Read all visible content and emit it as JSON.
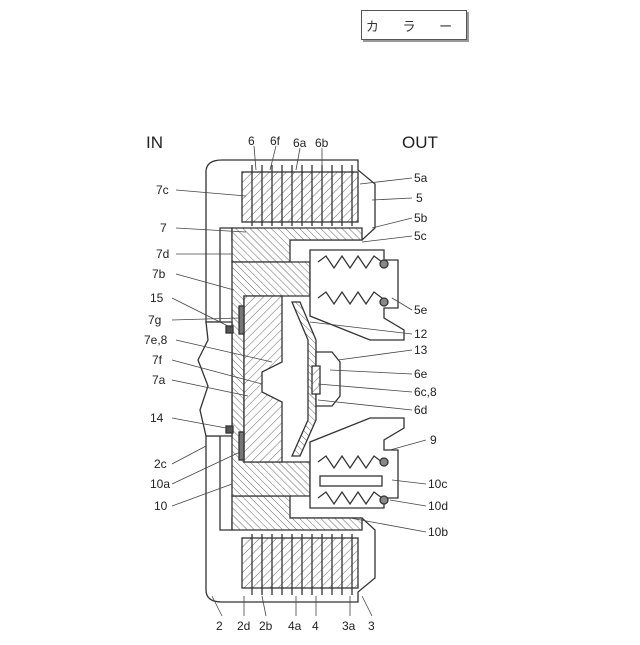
{
  "stamp": "カ ラ ー",
  "side_labels": {
    "in": "IN",
    "out": "OUT"
  },
  "labels": {
    "l6": "6",
    "l6f": "6f",
    "l6a": "6a",
    "l6b": "6b",
    "l5a": "5a",
    "l5": "5",
    "l5b": "5b",
    "l5c": "5c",
    "l5e": "5e",
    "l12": "12",
    "l13": "13",
    "l6e": "6e",
    "l6c8": "6c,8",
    "l6d": "6d",
    "l9": "9",
    "l10c": "10c",
    "l10d": "10d",
    "l10b": "10b",
    "l7c": "7c",
    "l7": "7",
    "l7d": "7d",
    "l7b": "7b",
    "l15": "15",
    "l7g": "7g",
    "l7e8": "7e,8",
    "l7f": "7f",
    "l7a": "7a",
    "l14": "14",
    "l2c": "2c",
    "l10a": "10a",
    "l10": "10",
    "l2": "2",
    "l2d": "2d",
    "l2b": "2b",
    "l4a": "4a",
    "l4": "4",
    "l3a": "3a",
    "l3": "3"
  }
}
